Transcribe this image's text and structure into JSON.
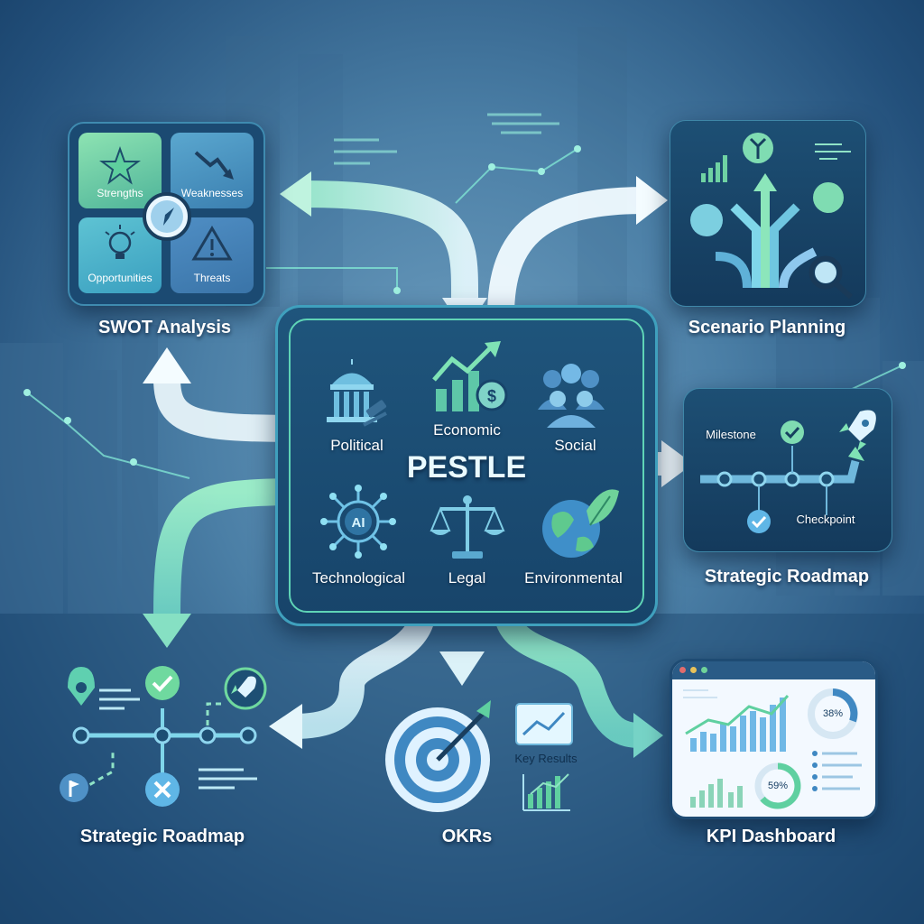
{
  "center": {
    "title": "PESTLE",
    "factors": {
      "political": "Political",
      "economic": "Economic",
      "social": "Social",
      "technological": "Technological",
      "legal": "Legal",
      "environmental": "Environmental"
    },
    "ai_badge": "AI"
  },
  "swot": {
    "label": "SWOT Analysis",
    "strengths": "Strengths",
    "weaknesses": "Weaknesses",
    "opportunities": "Opportunities",
    "threats": "Threats"
  },
  "scenario": {
    "label": "Scenario Planning"
  },
  "roadmap_right": {
    "label": "Strategic Roadmap",
    "milestone": "Milestone",
    "checkpoint": "Checkpoint"
  },
  "roadmap_left": {
    "label": "Strategic Roadmap"
  },
  "okrs": {
    "label": "OKRs",
    "key_results": "Key Results"
  },
  "kpi": {
    "label": "KPI Dashboard",
    "gauge_top": "38%",
    "gauge_bottom": "59%"
  },
  "colors": {
    "accent_green": "#7ee0b0",
    "accent_teal": "#5cc6c9",
    "dark_panel": "#143a5c",
    "bg_blue": "#3d6f98"
  }
}
